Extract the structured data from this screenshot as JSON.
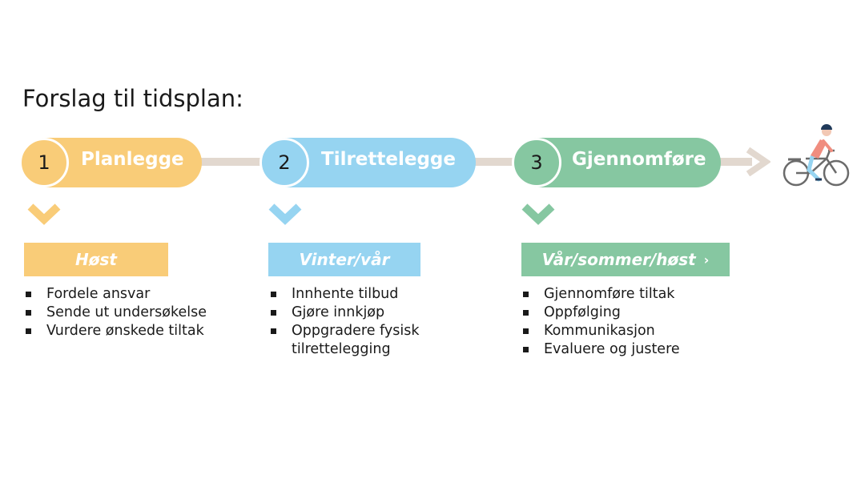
{
  "title": "Forslag til tidsplan:",
  "phases": [
    {
      "number": "1",
      "label": "Planlegge",
      "season": "Høst",
      "color": "#f9cc78",
      "items": [
        "Fordele ansvar",
        "Sende ut undersøkelse",
        "Vurdere ønskede tiltak"
      ]
    },
    {
      "number": "2",
      "label": "Tilrettelegge",
      "season": "Vinter/vår",
      "color": "#96d4f1",
      "items": [
        "Innhente tilbud",
        "Gjøre innkjøp",
        "Oppgradere fysisk",
        "tilrettelegging"
      ]
    },
    {
      "number": "3",
      "label": "Gjennomføre",
      "season": "Vår/sommer/høst",
      "season_arrow": "›",
      "color": "#86c7a1",
      "items": [
        "Gjennomføre tiltak",
        "Oppfølging",
        "Kommunikasjon",
        "Evaluere og justere"
      ]
    }
  ],
  "colors": {
    "connector": "#e2d8cf",
    "cyclist_shirt": "#f08d7f",
    "cyclist_helmet": "#203a5a",
    "bike": "#6b6b6b"
  },
  "icons": [
    "chevron-down-icon",
    "arrow-right-icon",
    "cyclist-icon"
  ]
}
